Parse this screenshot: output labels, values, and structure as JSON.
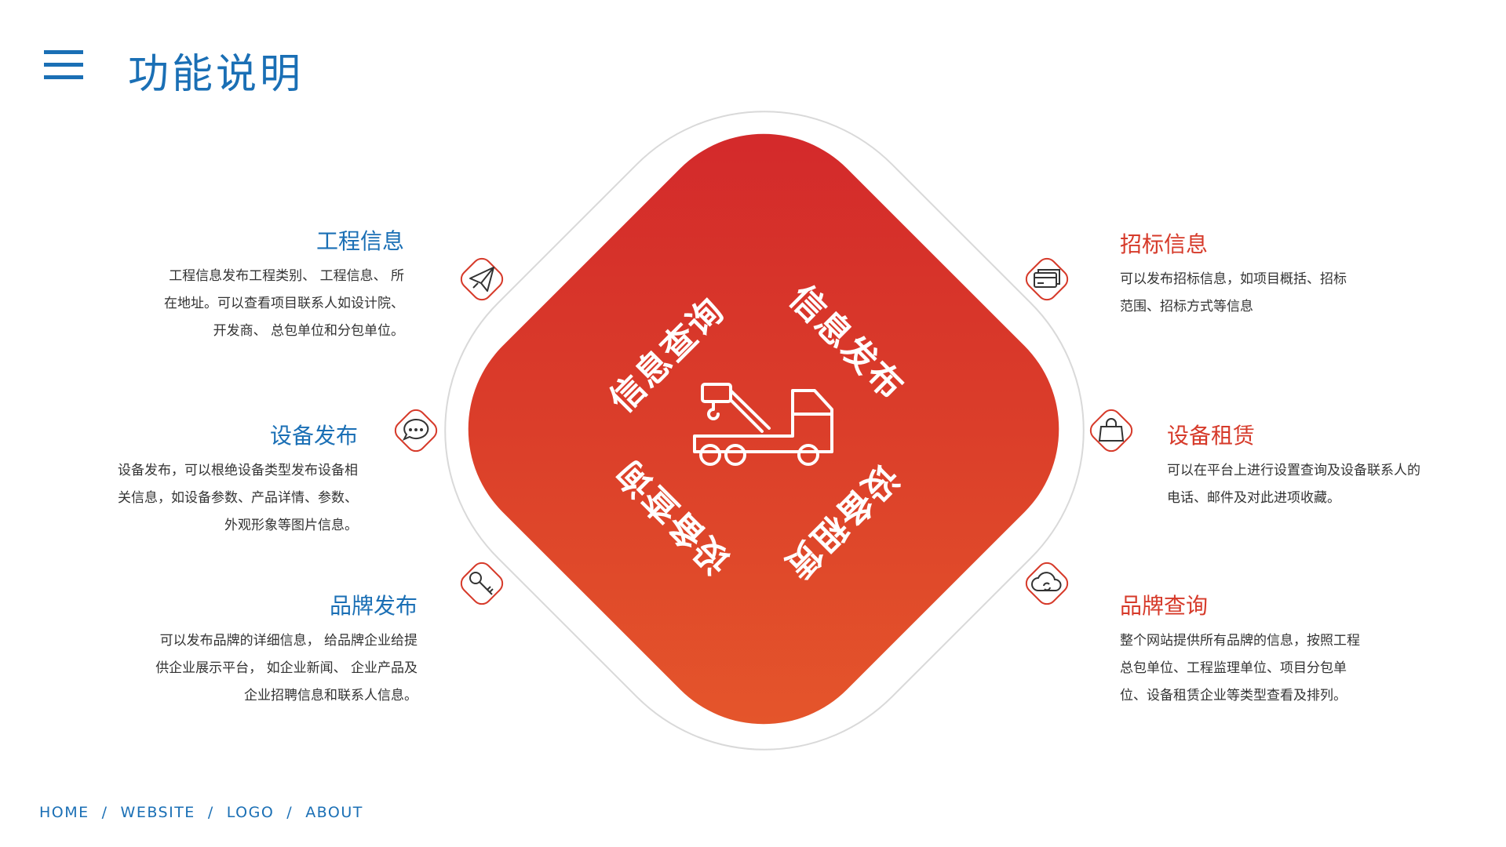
{
  "header": {
    "title": "功能说明"
  },
  "center": {
    "quadrants": [
      "信息查询",
      "信息发布",
      "设备查询",
      "设备租赁"
    ],
    "icon": "crane-truck-icon"
  },
  "blocks": {
    "left": [
      {
        "title": "工程信息",
        "lines": [
          "工程信息发布工程类别、 工程信息、 所",
          "在地址。可以查看项目联系人如设计院、",
          "开发商、 总包单位和分包单位。"
        ],
        "icon": "paper-plane-icon"
      },
      {
        "title": "设备发布",
        "lines": [
          "设备发布，可以根绝设备类型发布设备相",
          "关信息，如设备参数、产品详情、参数、",
          "外观形象等图片信息。"
        ],
        "icon": "chat-bubble-icon"
      },
      {
        "title": "品牌发布",
        "lines": [
          "可以发布品牌的详细信息， 给品牌企业给提",
          "供企业展示平台， 如企业新闻、 企业产品及",
          "企业招聘信息和联系人信息。"
        ],
        "icon": "key-icon"
      }
    ],
    "right": [
      {
        "title": "招标信息",
        "lines": [
          "可以发布招标信息，如项目概括、招标",
          "范围、招标方式等信息"
        ],
        "icon": "credit-card-icon"
      },
      {
        "title": "设备租赁",
        "lines": [
          "可以在平台上进行设置查询及设备联系人的",
          "电话、邮件及对此进项收藏。"
        ],
        "icon": "shopping-bag-icon"
      },
      {
        "title": "品牌查询",
        "lines": [
          "整个网站提供所有品牌的信息，按照工程",
          "总包单位、工程监理单位、项目分包单",
          "位、设备租赁企业等类型查看及排列。"
        ],
        "icon": "cloud-sync-icon"
      }
    ]
  },
  "footer": {
    "links": [
      "HOME",
      "WEBSITE",
      "LOGO",
      "ABOUT"
    ],
    "separator": "/"
  },
  "colors": {
    "blue": "#1a6fb5",
    "red": "#d63a2a",
    "gradient_start": "#d2262b",
    "gradient_end": "#e6592b"
  }
}
